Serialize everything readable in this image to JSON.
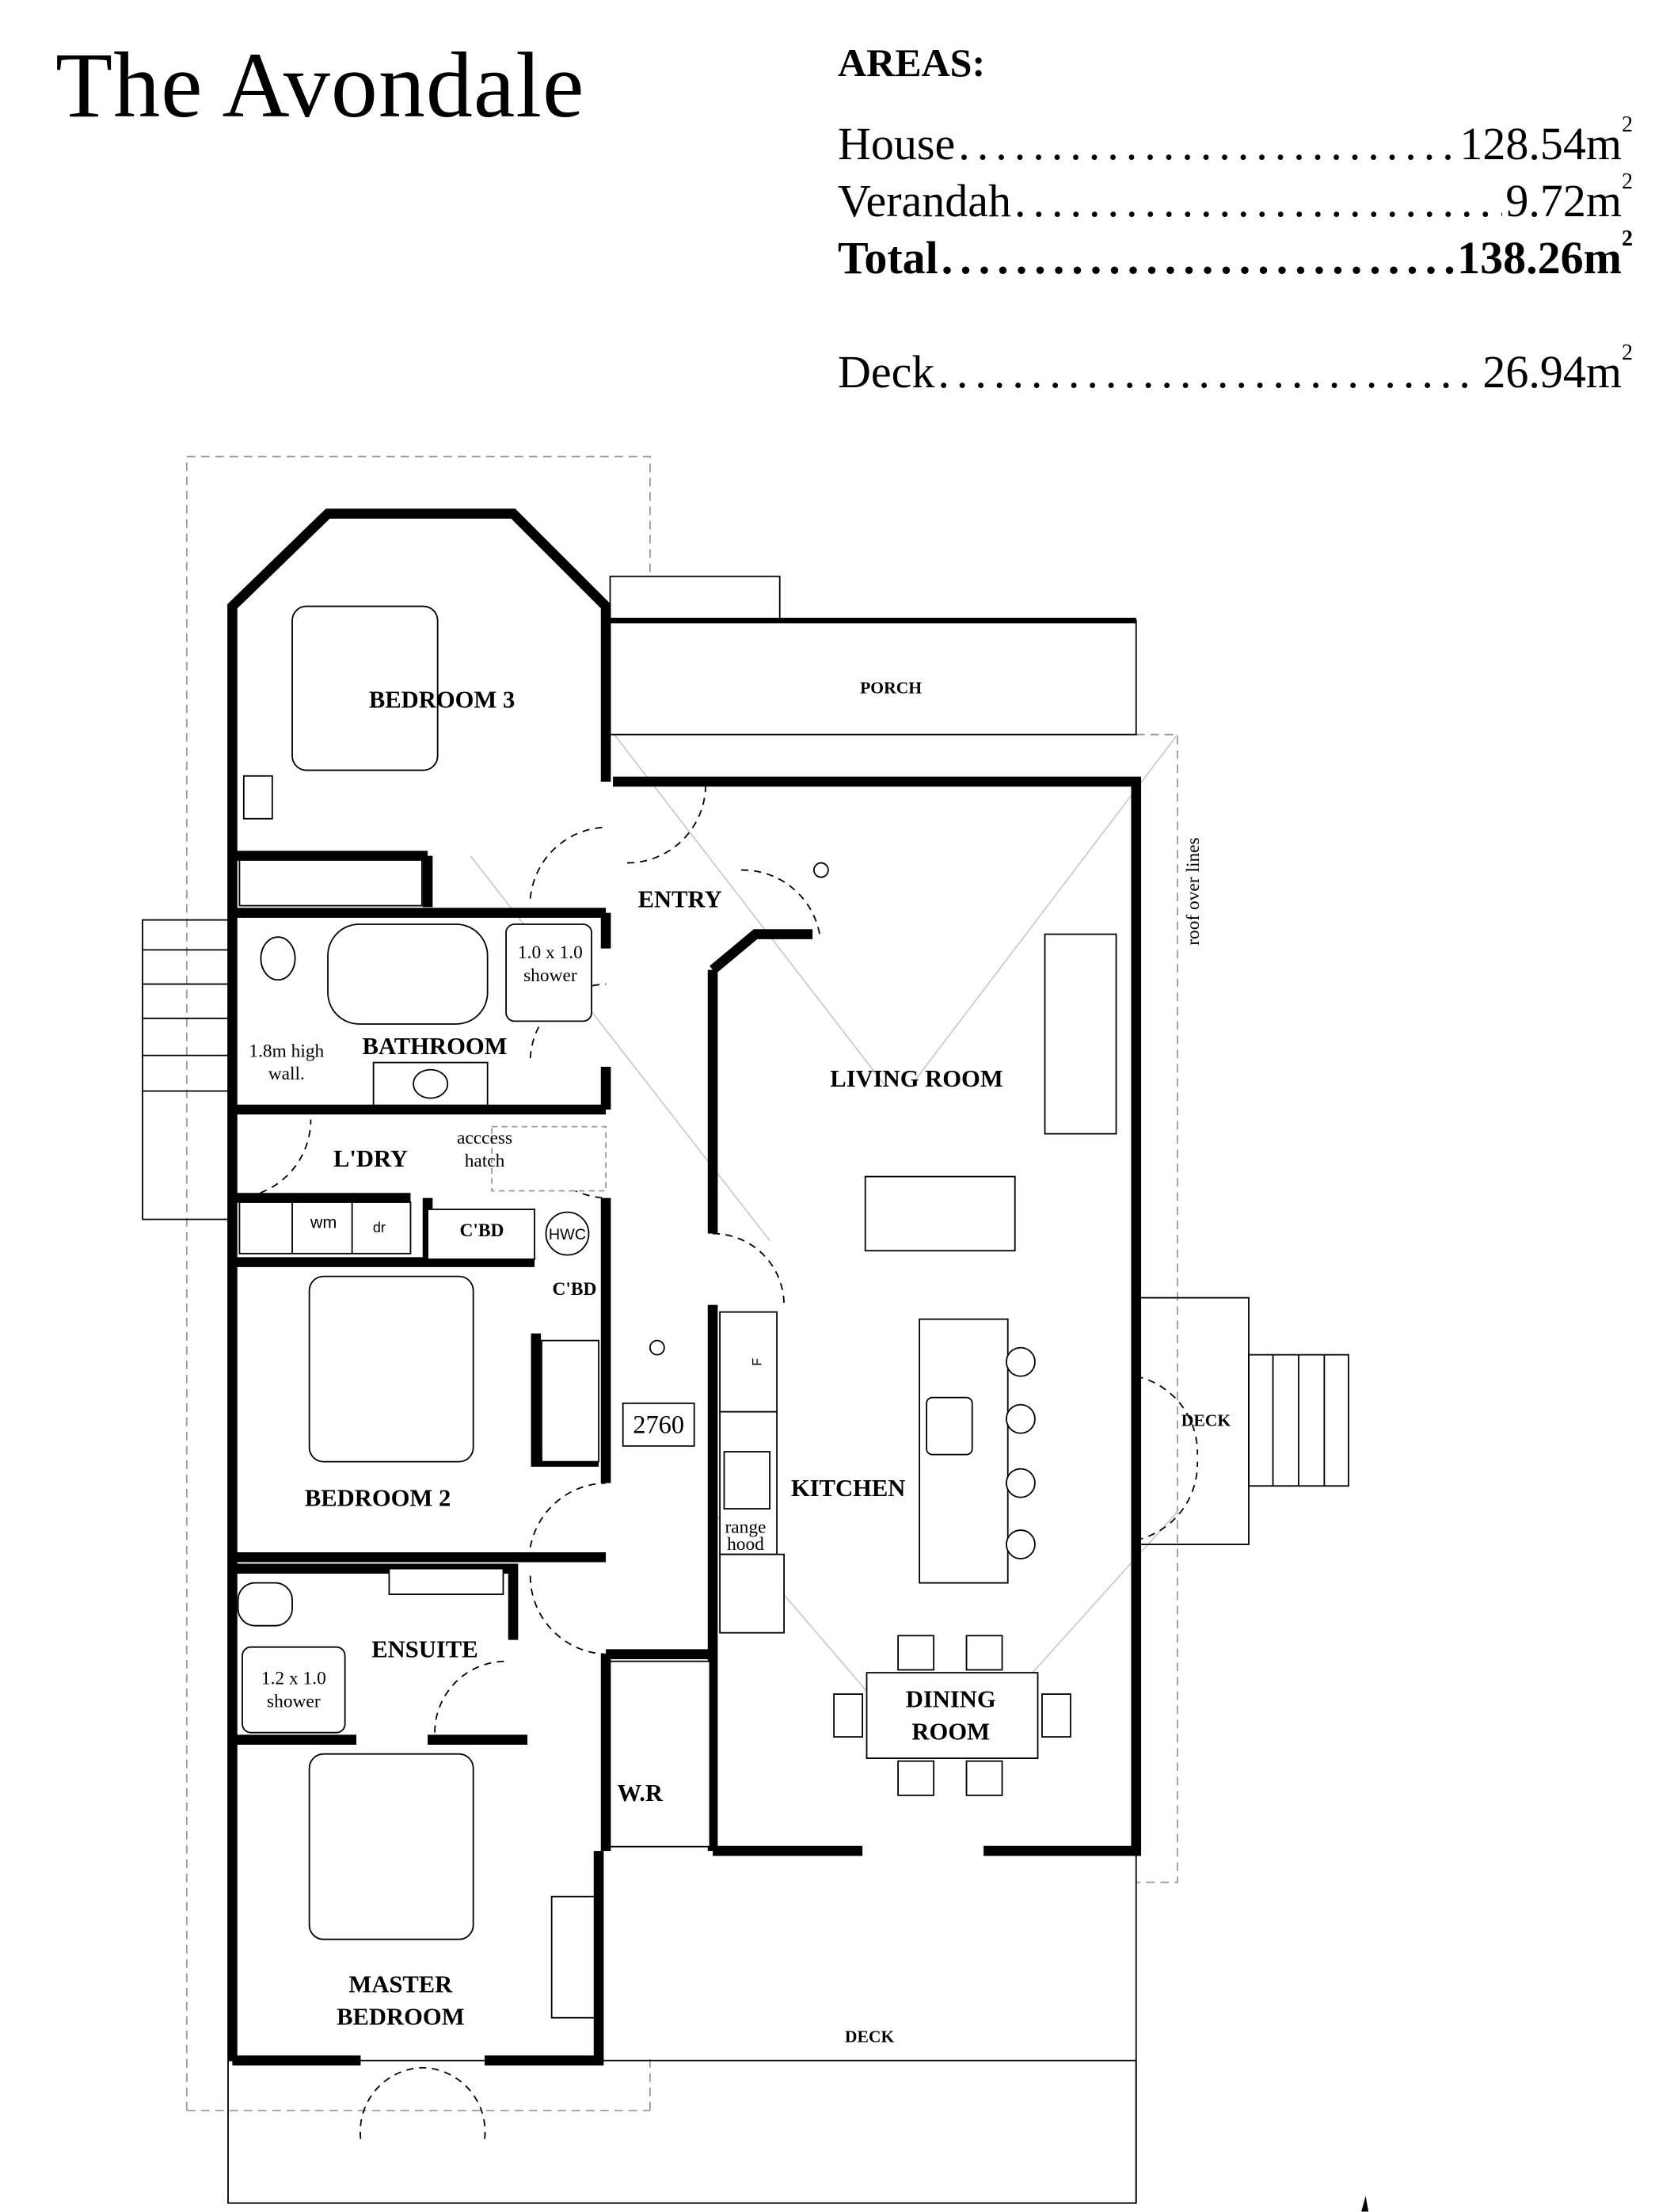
{
  "title": "The Avondale",
  "areas": {
    "heading": "AREAS:",
    "rows": [
      {
        "label": "House",
        "value": "128.54m",
        "unit_sup": "2"
      },
      {
        "label": "Verandah",
        "value": "9.72m",
        "unit_sup": "2"
      },
      {
        "label": "Total",
        "value": "138.26m",
        "unit_sup": "2"
      },
      {
        "label": "Deck",
        "value": "26.94m",
        "unit_sup": "2"
      }
    ],
    "dots": "........................................"
  },
  "plan": {
    "rooms": {
      "bedroom3": "BEDROOM 3",
      "porch": "PORCH",
      "entry": "ENTRY",
      "bathroom": "BATHROOM",
      "living": "LIVING ROOM",
      "laundry": "L'DRY",
      "cbd1": "C'BD",
      "cbd2": "C'BD",
      "bedroom2": "BEDROOM 2",
      "kitchen": "KITCHEN",
      "deck_side": "DECK",
      "ensuite": "ENSUITE",
      "dining_1": "DINING",
      "dining_2": "ROOM",
      "wr": "W.R",
      "master_1": "MASTER",
      "master_2": "BEDROOM",
      "deck_rear": "DECK"
    },
    "notes": {
      "shower1_1": "1.0 x 1.0",
      "shower1_2": "shower",
      "wall_1": "1.8m high",
      "wall_2": "wall.",
      "hatch_1": "acccess",
      "hatch_2": "hatch",
      "wm": "wm",
      "dr": "dr",
      "hwc": "HWC",
      "ceiling": "2760",
      "fridge": "F",
      "hood_1": "range",
      "hood_2": "hood",
      "shower2_1": "1.2 x 1.0",
      "shower2_2": "shower",
      "roof": "roof over lines"
    }
  }
}
